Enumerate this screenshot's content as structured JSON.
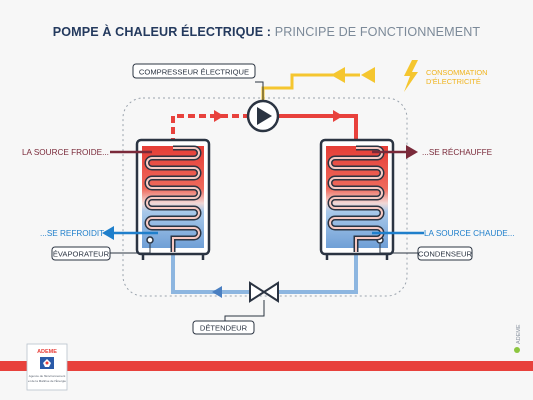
{
  "title": {
    "main": "POMPE À CHALEUR ÉLECTRIQUE :",
    "subtitle": "PRINCIPE DE FONCTIONNEMENT"
  },
  "labels": {
    "compresseur": "COMPRESSEUR ÉLECTRIQUE",
    "consommation_line1": "CONSOMMATION",
    "consommation_line2": "D'ÉLECTRICITÉ",
    "source_froide": "LA SOURCE FROIDE...",
    "se_rechauffe": "...SE RÉCHAUFFE",
    "se_refroidit": "...SE REFROIDIT",
    "source_chaude": "LA SOURCE CHAUDE...",
    "evaporateur": "ÉVAPORATEUR",
    "condenseur": "CONDENSEUR",
    "detendeur": "DÉTENDEUR"
  },
  "logo": {
    "name": "ADEME",
    "tagline_line1": "Agence de l'Environnement",
    "tagline_line2": "et de la Maîtrise de l'Énergie"
  },
  "credit": "ADEME",
  "icons": [
    "compressor-icon",
    "expansion-valve-icon",
    "lightning-icon",
    "ademe-logo"
  ],
  "colors": {
    "hot": "#e8413c",
    "cold": "#4a7fc1",
    "light_blue": "#8db6e0",
    "electric": "#f5c62f",
    "navy": "#243a5e",
    "label_dark": "#2b3442",
    "bottom_bar": "#e8413c"
  }
}
